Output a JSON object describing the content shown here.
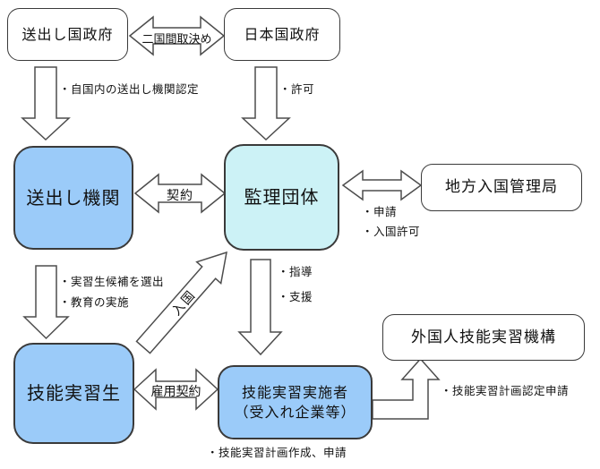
{
  "nodes": {
    "sending_country_gov": "送出し国政府",
    "japan_gov": "日本国政府",
    "sending_org": "送出し機関",
    "supervising_org": "監理団体",
    "regional_immigration_bureau": "地方入国管理局",
    "trainee": "技能実習生",
    "implementer_line1": "技能実習実施者",
    "implementer_line2": "（受入れ企業等）",
    "otit": "外国人技能実習機構"
  },
  "edge_labels": {
    "bilateral_agreement": "二国間取決め",
    "contract": "契約",
    "employment_contract": "雇用契約",
    "entry": "入国"
  },
  "annotations": {
    "accredit_sending_org": "・自国内の送出し機関認定",
    "permission": "・許可",
    "application": "・申請",
    "entry_permission": "・入国許可",
    "select_candidates": "・実習生候補を選出",
    "conduct_education": "・教育の実施",
    "guidance": "・指導",
    "support": "・支援",
    "plan_certification_application": "・技能実習計画認定申請",
    "plan_creation_application": "・技能実習計画作成、申請"
  },
  "colors": {
    "blue_fill": "#9BCBF9",
    "cyan_fill": "#CCF2F6",
    "box_border": "#3A3A3A",
    "arrow_outline": "#4D4D4D",
    "text": "#111111",
    "background": "#FFFFFF"
  }
}
